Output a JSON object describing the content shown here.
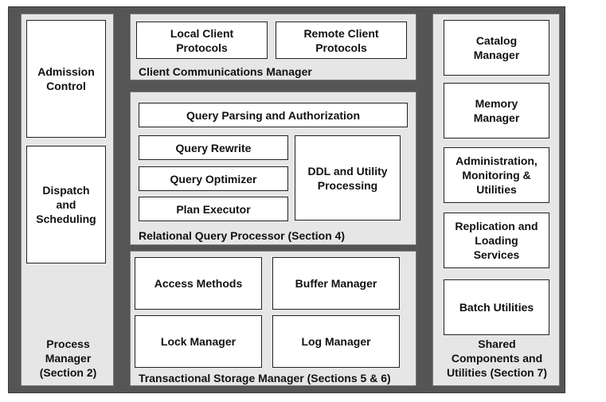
{
  "process_manager": {
    "label": "Process\nManager\n(Section 2)",
    "admission_control": "Admission\nControl",
    "dispatch_scheduling": "Dispatch\nand\nScheduling"
  },
  "client_comm": {
    "label": "Client Communications Manager",
    "local_client": "Local Client\nProtocols",
    "remote_client": "Remote Client\nProtocols"
  },
  "query_processor": {
    "label": "Relational Query Processor (Section 4)",
    "parsing": "Query Parsing and Authorization",
    "rewrite": "Query Rewrite",
    "optimizer": "Query Optimizer",
    "executor": "Plan Executor",
    "ddl": "DDL and Utility\nProcessing"
  },
  "storage_manager": {
    "label": "Transactional Storage Manager (Sections 5 & 6)",
    "access_methods": "Access Methods",
    "buffer_manager": "Buffer Manager",
    "lock_manager": "Lock Manager",
    "log_manager": "Log Manager"
  },
  "shared_components": {
    "label": "Shared\nComponents and\nUtilities (Section 7)",
    "catalog": "Catalog\nManager",
    "memory": "Memory\nManager",
    "admin": "Administration,\nMonitoring &\nUtilities",
    "replication": "Replication and\nLoading\nServices",
    "batch": "Batch Utilities"
  }
}
